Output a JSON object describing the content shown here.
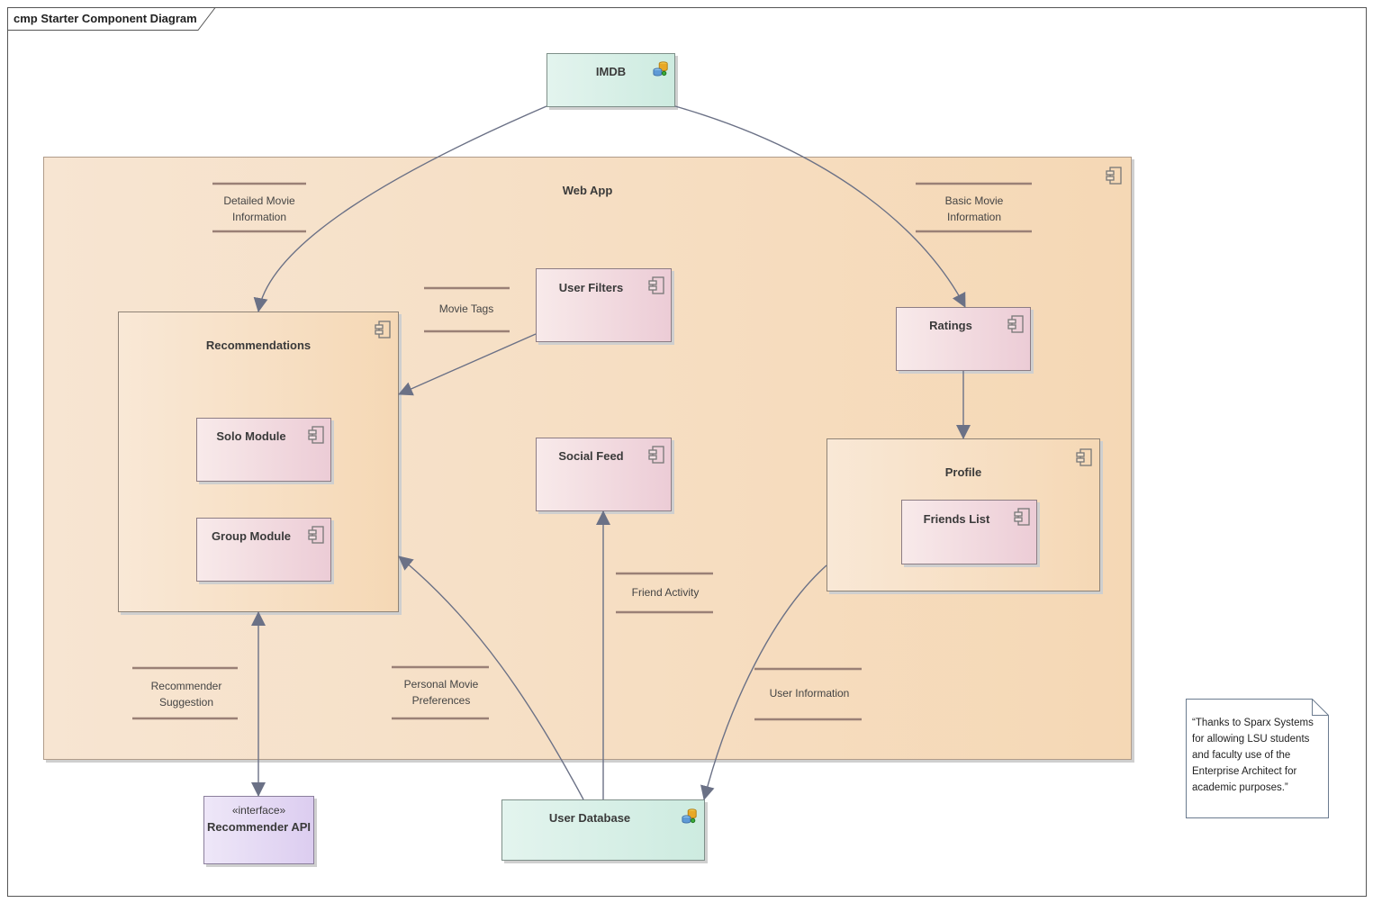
{
  "diagram": {
    "frame_title": "cmp Starter Component Diagram",
    "nodes": {
      "imdb": "IMDB",
      "web_app": "Web App",
      "recommendations": "Recommendations",
      "solo_module": "Solo Module",
      "group_module": "Group Module",
      "user_filters": "User Filters",
      "social_feed": "Social Feed",
      "ratings": "Ratings",
      "profile": "Profile",
      "friends_list": "Friends List",
      "recommender_api_stereotype": "«interface»",
      "recommender_api": "Recommender API",
      "user_database": "User Database"
    },
    "edge_labels": {
      "detailed_line1": "Detailed Movie",
      "detailed_line2": "Information",
      "basic_line1": "Basic Movie",
      "basic_line2": "Information",
      "movie_tags": "Movie Tags",
      "friend_activity": "Friend Activity",
      "recommender_line1": "Recommender",
      "recommender_line2": "Suggestion",
      "personal_line1": "Personal Movie",
      "personal_line2": "Preferences",
      "user_information": "User Information"
    },
    "note": {
      "line1": "“Thanks to Sparx Systems",
      "line2": "for allowing LSU students",
      "line3": "and faculty use of the",
      "line4": "Enterprise Architect for",
      "line5": "academic purposes.”"
    },
    "colors": {
      "connector": "#6b7186",
      "label_bar": "#9a8076"
    }
  }
}
